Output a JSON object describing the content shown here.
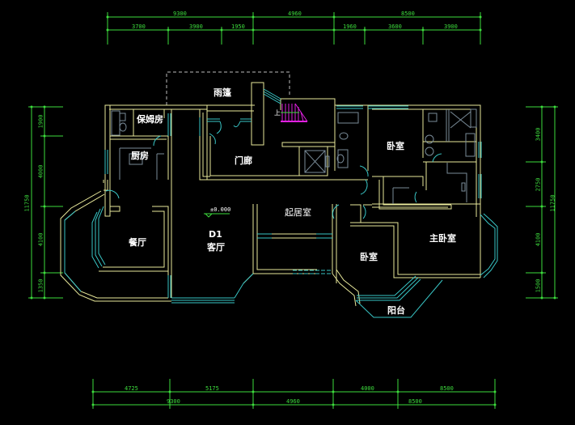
{
  "drawing": {
    "type": "floor-plan",
    "background": "#000000",
    "colors": {
      "dimension": "#3ddc3d",
      "wall": "#e8e89a",
      "window": "#39c6c6",
      "fixture": "#7a8c99",
      "stair": "#e020e0",
      "label": "#ffffff",
      "dashed": "#bbbbbb"
    }
  },
  "rooms": {
    "canopy": "雨篷",
    "nanny_room": "保姆房",
    "kitchen": "厨房",
    "foyer": "门廊",
    "dining": "餐厅",
    "living_code": "D1",
    "living": "客厅",
    "family_room": "起居室",
    "bedroom1": "卧室",
    "bedroom2": "卧室",
    "master_bedroom": "主卧室",
    "balcony": "阳台",
    "stair_up": "上"
  },
  "level": {
    "mark": "±0.000"
  },
  "dimensions": {
    "top_overall": [
      "9300",
      "4960",
      "8500"
    ],
    "top_detail": [
      "3700",
      "3900",
      "1950",
      "1960",
      "3600",
      "3900"
    ],
    "bottom_detail": [
      "4725",
      "5175",
      "4000",
      "8500"
    ],
    "bottom_overall": [
      "9300",
      "4960",
      "8500"
    ],
    "left_detail": [
      "1900",
      "4000",
      "4100",
      "1350"
    ],
    "left_overall": "11750",
    "right_detail": [
      "3400",
      "2750",
      "4100",
      "1500"
    ],
    "right_overall": "11750"
  }
}
